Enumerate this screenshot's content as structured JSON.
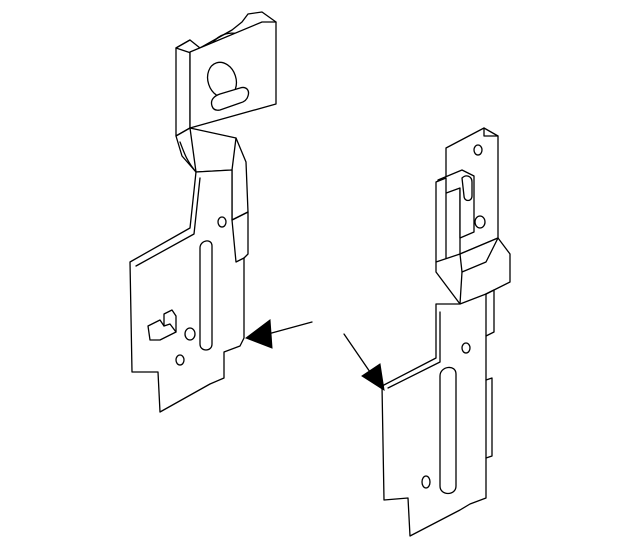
{
  "diagram": {
    "parts": [
      {
        "id": "left-bracket",
        "label": ""
      },
      {
        "id": "right-bracket",
        "label": ""
      }
    ],
    "arrows": [
      {
        "id": "left-callout",
        "points_to": "left-bracket"
      },
      {
        "id": "right-callout",
        "points_to": "right-bracket"
      }
    ],
    "colors": {
      "line": "#000000",
      "fill": "#ffffff",
      "background": "#ffffff"
    }
  }
}
